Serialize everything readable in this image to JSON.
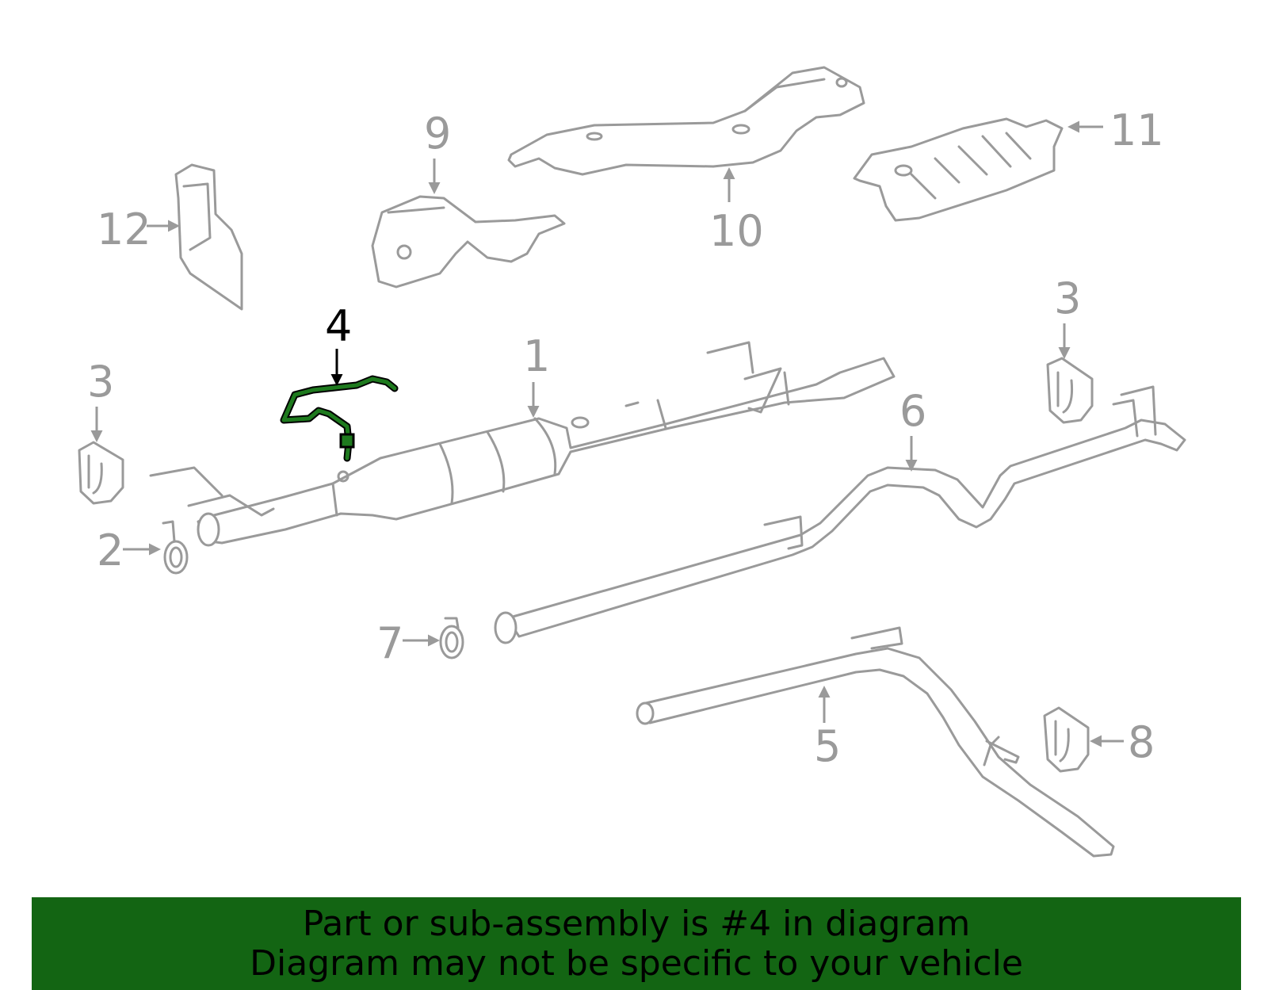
{
  "callouts": {
    "c1": "1",
    "c2": "2",
    "c3a": "3",
    "c3b": "3",
    "c4": "4",
    "c5": "5",
    "c6": "6",
    "c7": "7",
    "c8": "8",
    "c9": "9",
    "c10": "10",
    "c11": "11",
    "c12": "12"
  },
  "highlight": {
    "part": "4",
    "color": "#1e7a1e"
  },
  "banner": {
    "line1": "Part or sub-assembly is #4 in diagram",
    "line2": "Diagram may not be specific to your vehicle",
    "background": "#136513"
  }
}
